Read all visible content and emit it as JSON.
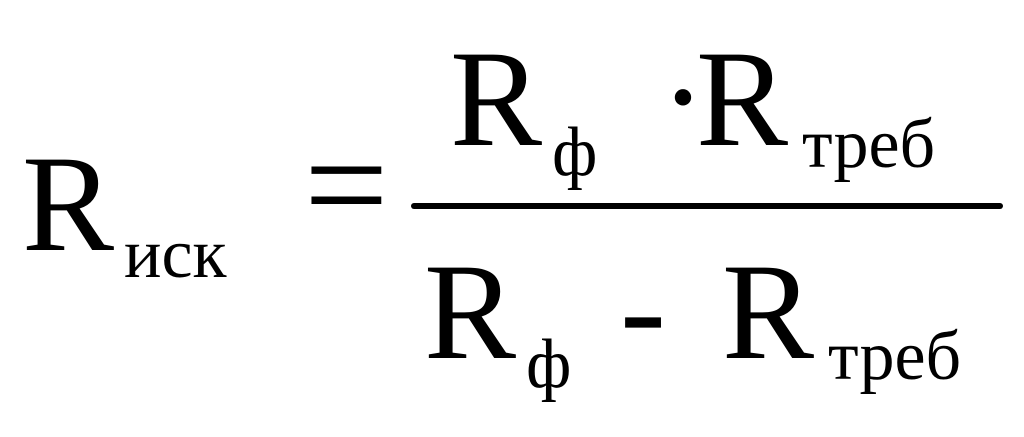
{
  "formula": {
    "lhs": {
      "symbol": "R",
      "subscript": "иск"
    },
    "relation": "=",
    "numerator": {
      "term1": {
        "symbol": "R",
        "subscript": "ф"
      },
      "operator": "·",
      "term2": {
        "symbol": "R",
        "subscript": "треб"
      }
    },
    "denominator": {
      "term1": {
        "symbol": "R",
        "subscript": "ф"
      },
      "operator": "-",
      "term2": {
        "symbol": "R",
        "subscript": "треб"
      }
    }
  }
}
